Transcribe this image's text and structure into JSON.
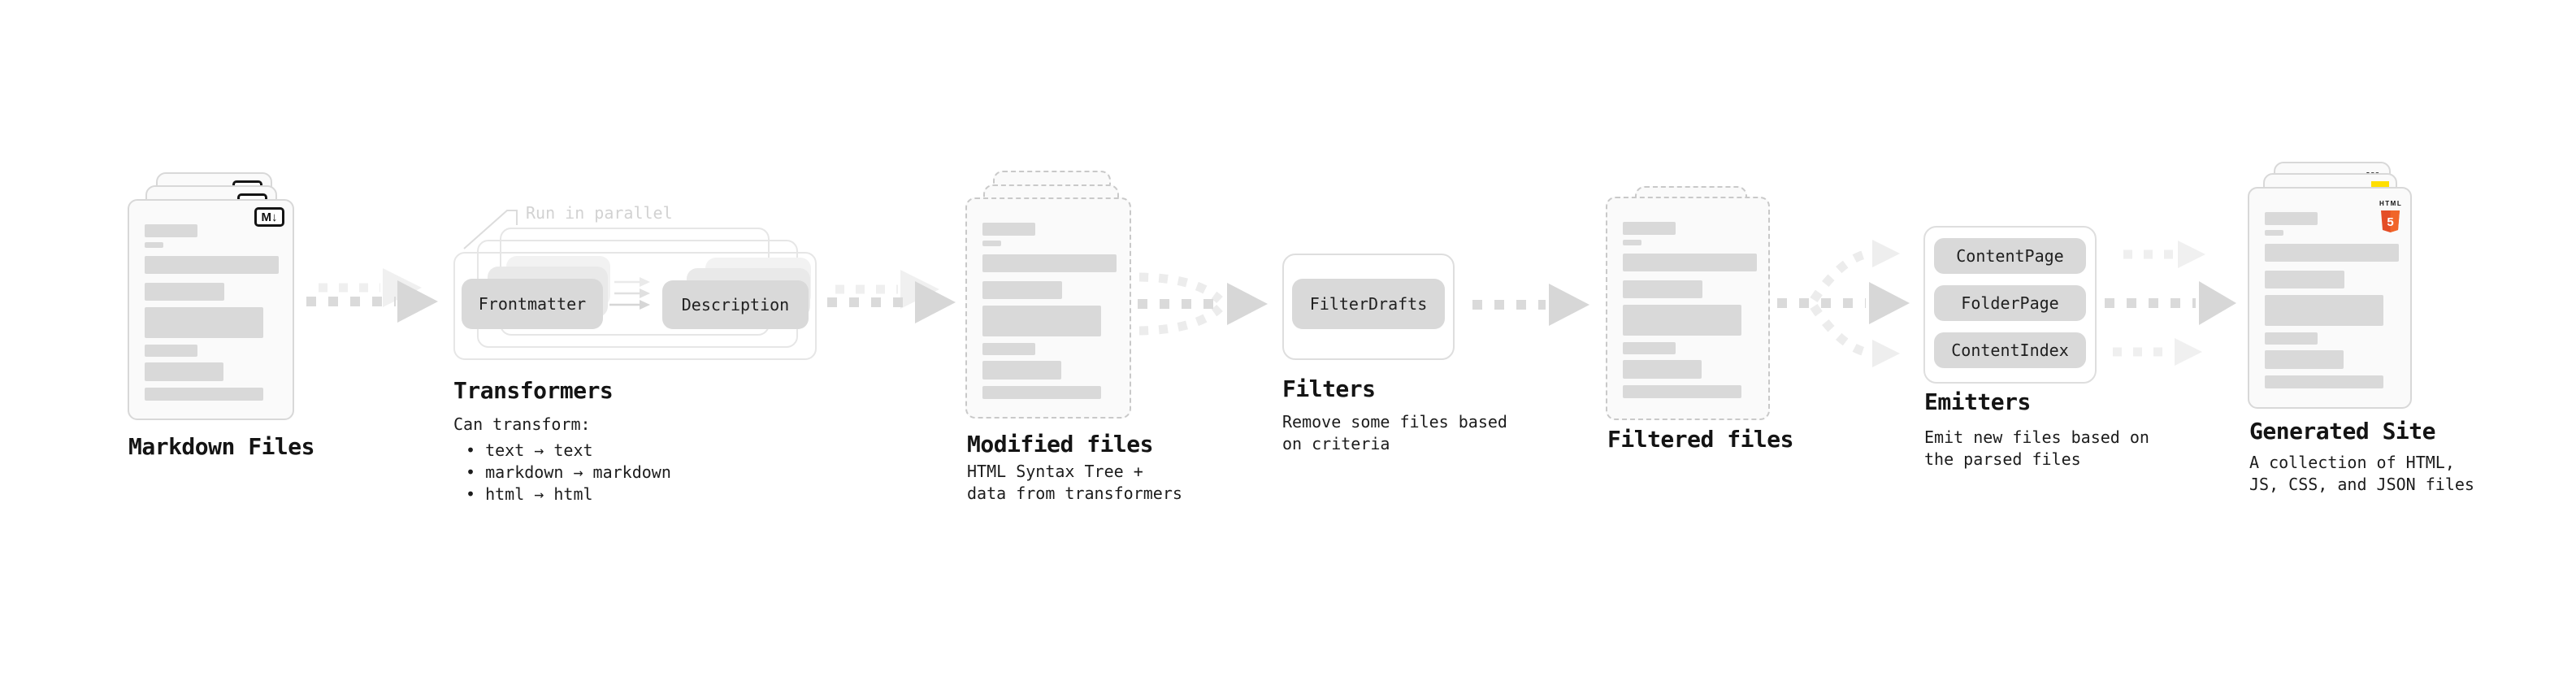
{
  "markdown_files": {
    "title": "Markdown Files",
    "file_icon_label": "M↓"
  },
  "transformers": {
    "title": "Transformers",
    "annotation": "Run in parallel",
    "plugin_1": "Frontmatter",
    "plugin_2": "Description",
    "desc_heading": "Can transform:",
    "bullet_1": "• text → text",
    "bullet_2": "• markdown → markdown",
    "bullet_3": "• html → html"
  },
  "modified_files": {
    "title": "Modified files",
    "desc_line_1": "HTML Syntax Tree +",
    "desc_line_2": "data from transformers"
  },
  "filters": {
    "title": "Filters",
    "plugin_1": "FilterDrafts",
    "desc_line_1": "Remove some files based",
    "desc_line_2": "on criteria"
  },
  "filtered_files": {
    "title": "Filtered files"
  },
  "emitters": {
    "title": "Emitters",
    "plugin_1": "ContentPage",
    "plugin_2": "FolderPage",
    "plugin_3": "ContentIndex",
    "desc_line_1": "Emit new files based on",
    "desc_line_2": "the parsed files"
  },
  "generated_site": {
    "title": "Generated Site",
    "desc_line_1": "A collection of HTML,",
    "desc_line_2": "JS, CSS, and JSON files",
    "css_badge": "CSS",
    "html5_label": "HTML",
    "html5_number": "5"
  },
  "colors": {
    "html5_orange": "#E44D26",
    "html5_orange_light": "#F16529",
    "js_yellow": "#FFDF00",
    "css_blue": "#2862E9",
    "plugin_gray": "#d9d9d9",
    "doc_bar_gray": "#d9d9d9",
    "arrow_dark_gray": "#d7d7d7",
    "arrow_light_gray": "#efefef"
  }
}
